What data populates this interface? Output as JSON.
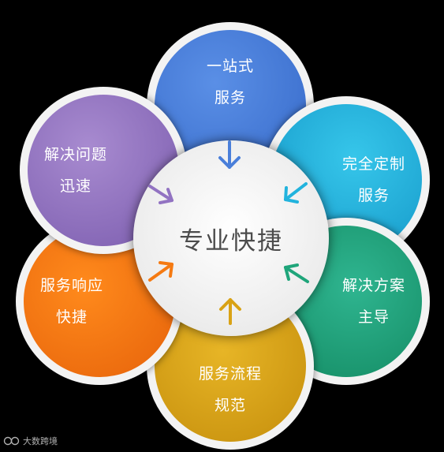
{
  "center": {
    "label": "专业快捷"
  },
  "petals": [
    {
      "id": "top",
      "lines": [
        "一站式",
        "服务"
      ],
      "color": "#4a7fda"
    },
    {
      "id": "top-right",
      "lines": [
        "完全定制",
        "服务"
      ],
      "color": "#22b3dd"
    },
    {
      "id": "bottom-right",
      "lines": [
        "解决方案",
        "主导"
      ],
      "color": "#1fa57a"
    },
    {
      "id": "bottom",
      "lines": [
        "服务流程",
        "规范"
      ],
      "color": "#d9a215"
    },
    {
      "id": "bottom-left",
      "lines": [
        "服务响应",
        "快捷"
      ],
      "color": "#f57a12"
    },
    {
      "id": "top-left",
      "lines": [
        "解决问题",
        "迅速"
      ],
      "color": "#9273c2"
    }
  ],
  "watermark": {
    "text": "大数跨境"
  }
}
